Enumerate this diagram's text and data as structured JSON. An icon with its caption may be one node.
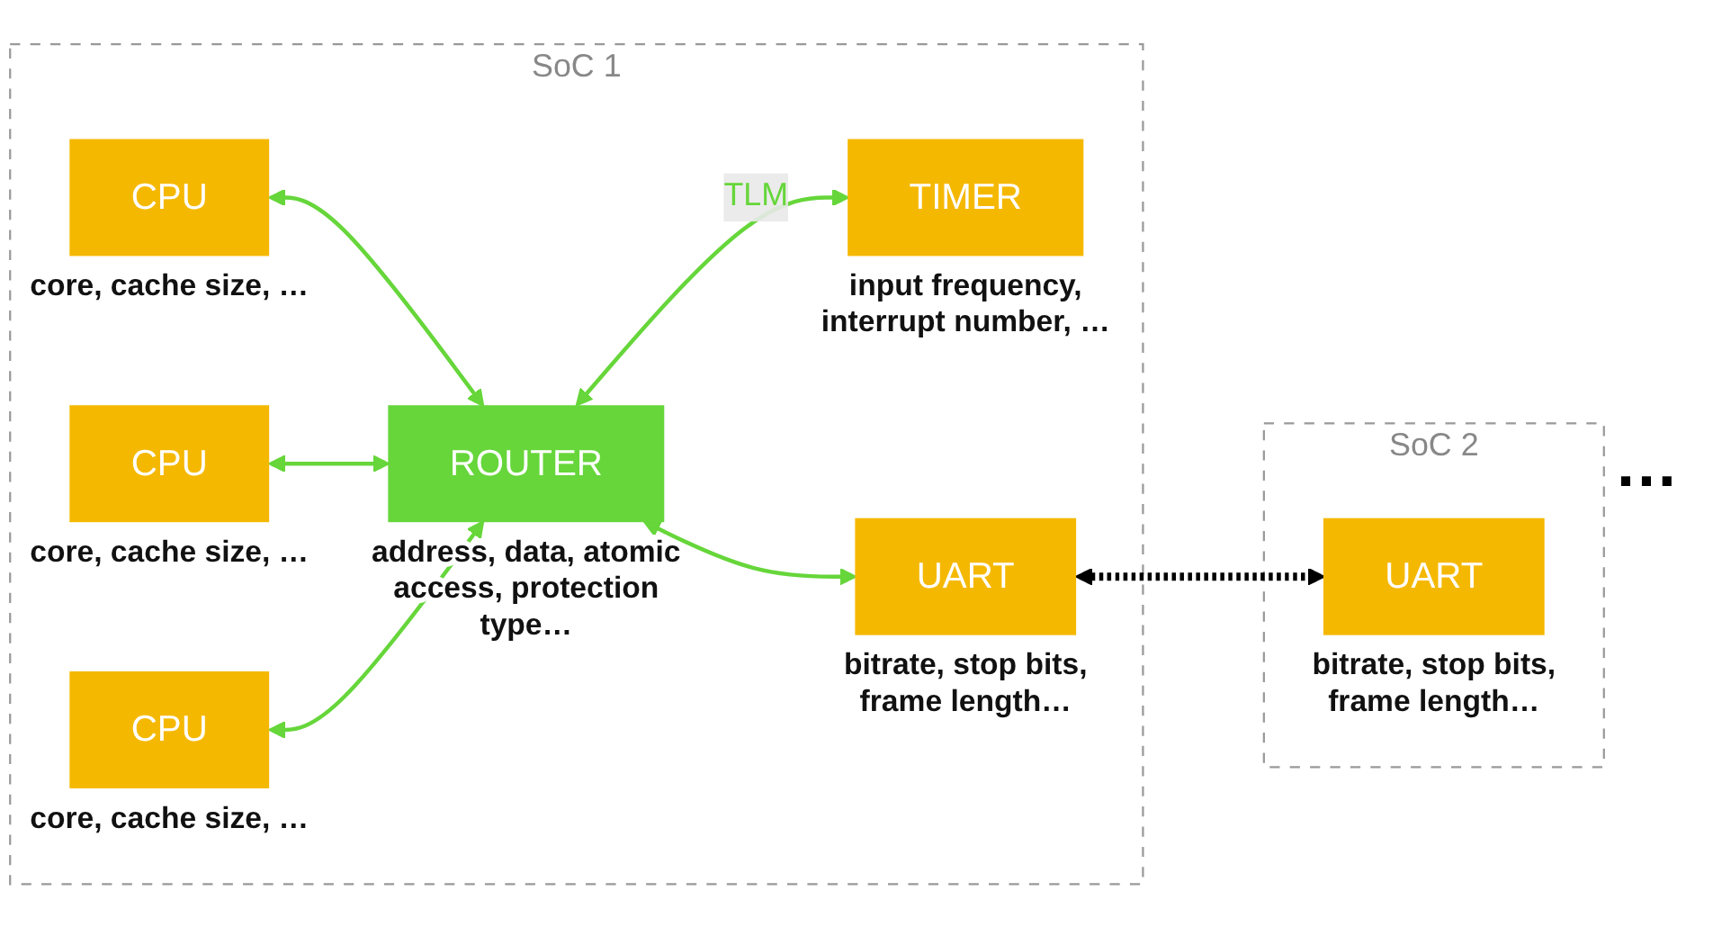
{
  "diagram": {
    "nodes": [
      {
        "text": [
          "SoC 1"
        ]
      },
      {
        "text": [
          "CPU"
        ],
        "beside": [
          "core, cache size, …"
        ],
        "in": 0
      },
      {
        "text": [
          "ROUTER"
        ],
        "beside": [
          "address, data, atomic access, protection type…"
        ],
        "in": 0
      },
      {
        "text": [
          "TIMER"
        ],
        "beside": [
          "input frequency, interrupt number, …"
        ],
        "in": 0
      },
      {
        "text": [
          "CPU"
        ],
        "beside": [
          "core, cache size, …"
        ],
        "in": 0
      },
      {
        "text": [
          "UART"
        ],
        "beside": [
          "bitrate, stop bits, frame length…"
        ],
        "in": 0
      },
      {
        "text": [
          "CPU"
        ],
        "beside": [
          "core, cache size, …"
        ],
        "in": 0
      },
      {
        "text": [
          "SoC 2"
        ]
      },
      {
        "text": [
          "UART"
        ],
        "beside": [
          "bitrate, stop bits, frame length…"
        ],
        "in": 7
      }
    ],
    "edges": [
      {
        "from": 1,
        "to": 2,
        "arrow": "both"
      },
      {
        "from": 2,
        "to": 3,
        "arrow": "both",
        "label": "TLM"
      },
      {
        "from": 4,
        "to": 2,
        "arrow": "both"
      },
      {
        "from": 2,
        "to": 5,
        "arrow": "both"
      },
      {
        "from": 6,
        "to": 2,
        "arrow": "both"
      },
      {
        "from": 5,
        "to": 8,
        "arrow": "both",
        "style": "dashed",
        "color": "#000000"
      }
    ],
    "labels": [
      "…"
    ]
  }
}
